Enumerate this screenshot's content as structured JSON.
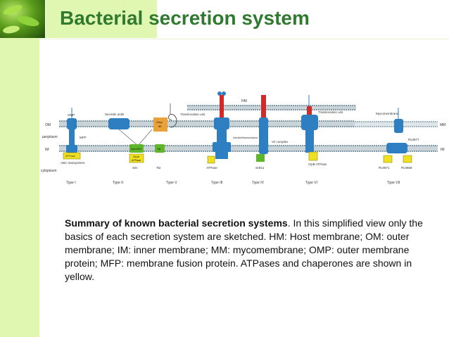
{
  "slide": {
    "title_highlight": "Bacterial",
    "title_rest": " secretion system"
  },
  "diagram": {
    "labels": {
      "hm": "HM",
      "om": "OM",
      "periplasm": "periplasm",
      "im": "IM",
      "cytoplasm": "cytoplasm",
      "mm": "MM",
      "omp": "OMP",
      "mfp": "MFP",
      "atpase_t1": "ATPase",
      "abc_transporters": "ABC transporters",
      "secretin_units": "Secretin units",
      "secyeg": "SecYEG",
      "seca_atpase_1": "SecA",
      "seca_atpase_2": "ATPase",
      "sec": "Sec",
      "tat_box": "Tat",
      "tat": "Tat",
      "translocation_unit_1": "Translocation unit",
      "omp85_1": "Omp",
      "omp85_2": "85",
      "needle_filament_pilus": "Needle/filament/pilus",
      "vir_complex": "Vir complex",
      "atpase_t3": "ATPase",
      "virb11": "virB11",
      "translocation_unit_2": "Translocation unit",
      "clpb_atpase": "ClpB ATPase",
      "mycomembrane": "Mycomembrane",
      "rv3877": "Rv3877",
      "rv3871": "Rv3871",
      "rv3868": "Rv3868"
    },
    "types": [
      "Type I",
      "Type II",
      "Type V",
      "Type III",
      "Type IV",
      "Type VI",
      "Type VII"
    ],
    "colors": {
      "membrane": "#c9d3d8",
      "lipid_head": "#7f9aa8",
      "blue": "#2d7fc1",
      "red": "#d12a2a",
      "yellow": "#f0e020",
      "green": "#5fb62a",
      "orange": "#e9a13a"
    }
  },
  "caption": {
    "bold": "Summary of known bacterial secretion systems",
    "text": ". In this simplified view only the basics of each secretion system are sketched. HM: Host membrane; OM: outer membrane; IM: inner membrane; MM: mycomembrane; OMP: outer membrane protein; MFP: membrane fusion protein. ATPases and chaperones are shown in yellow."
  }
}
